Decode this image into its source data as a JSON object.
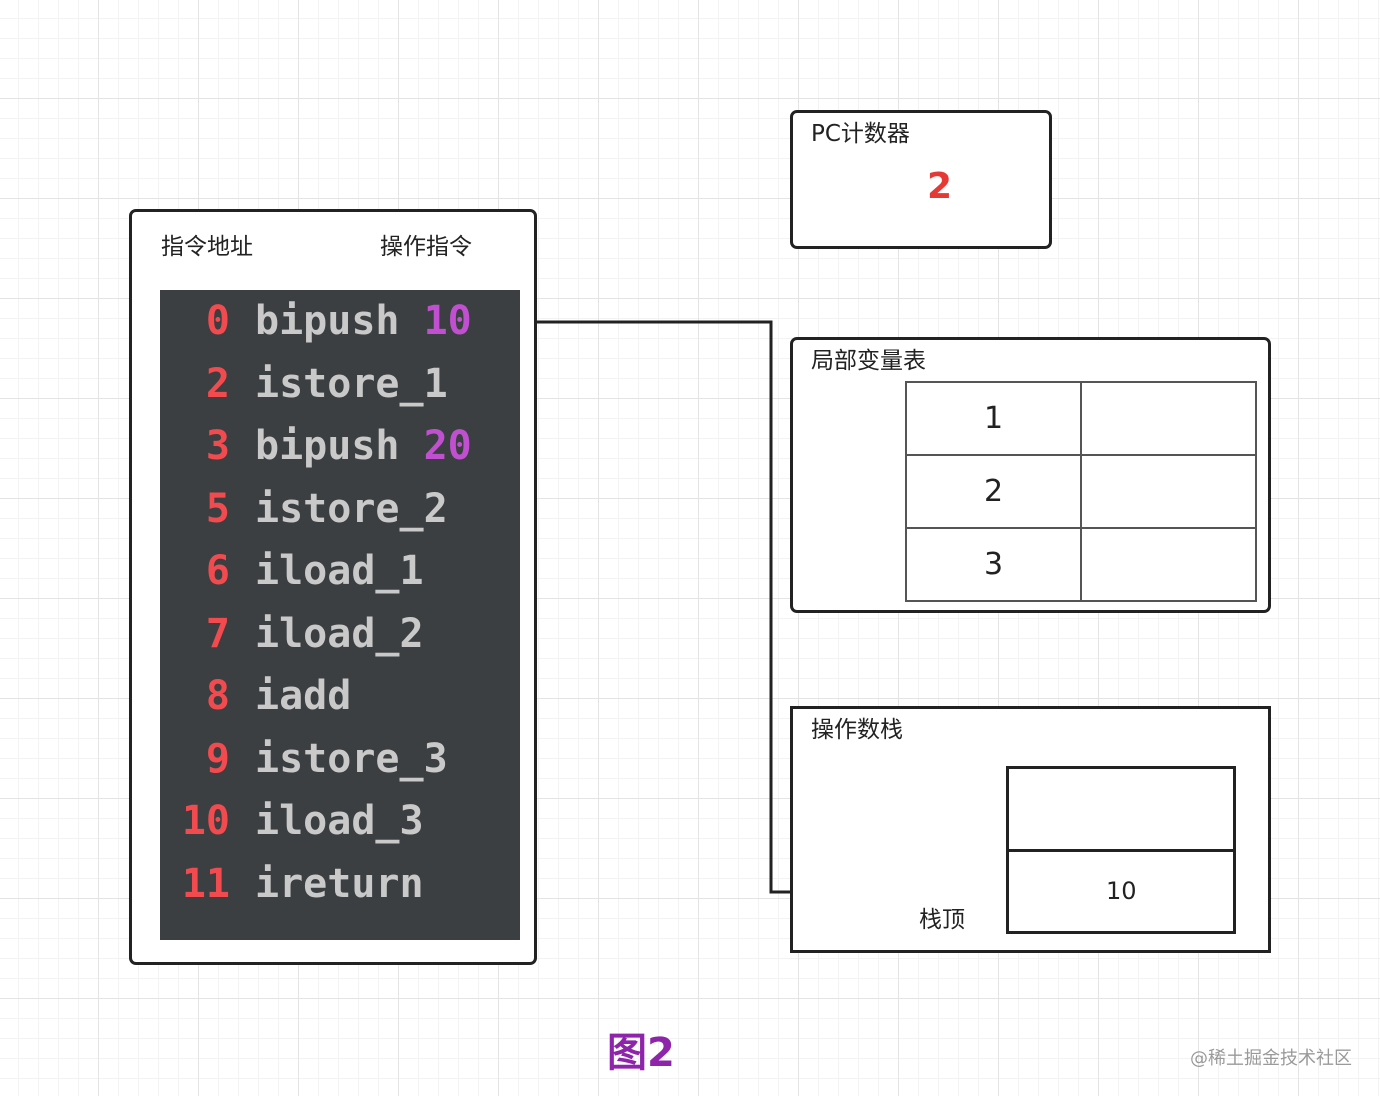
{
  "instructions_panel": {
    "header_address": "指令地址",
    "header_operation": "操作指令",
    "rows": [
      {
        "addr": "0",
        "op": "bipush",
        "arg": "10"
      },
      {
        "addr": "2",
        "op": "istore_1",
        "arg": ""
      },
      {
        "addr": "3",
        "op": "bipush",
        "arg": "20"
      },
      {
        "addr": "5",
        "op": "istore_2",
        "arg": ""
      },
      {
        "addr": "6",
        "op": "iload_1",
        "arg": ""
      },
      {
        "addr": "7",
        "op": "iload_2",
        "arg": ""
      },
      {
        "addr": "8",
        "op": "iadd",
        "arg": ""
      },
      {
        "addr": "9",
        "op": "istore_3",
        "arg": ""
      },
      {
        "addr": "10",
        "op": "iload_3",
        "arg": ""
      },
      {
        "addr": "11",
        "op": "ireturn",
        "arg": ""
      }
    ]
  },
  "pc_counter": {
    "title": "PC计数器",
    "value": "2"
  },
  "local_variables": {
    "title": "局部变量表",
    "slots": [
      "1",
      "2",
      "3"
    ],
    "values": [
      "",
      "",
      ""
    ]
  },
  "operand_stack": {
    "title": "操作数栈",
    "top_label": "栈顶",
    "cells": [
      "",
      "10"
    ]
  },
  "caption": "图2",
  "watermark": "@稀土掘金技术社区",
  "colors": {
    "address": "#f14a4f",
    "opcode": "#c9c9c9",
    "argument": "#c050d0",
    "code_background": "#3c3f41",
    "pc_value": "#e53935",
    "caption": "#8e24aa"
  }
}
